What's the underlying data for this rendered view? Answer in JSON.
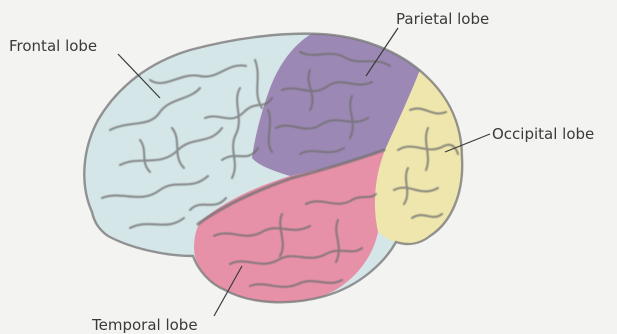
{
  "labels": {
    "frontal": "Frontal lobe",
    "parietal": "Parietal lobe",
    "occipital": "Occipital lobe",
    "temporal": "Temporal lobe"
  },
  "colors": {
    "frontal": "#d5e6e8",
    "parietal": "#9c88b4",
    "occipital": "#eee6ac",
    "temporal": "#e691a8",
    "sulcus": "#6f6f6f",
    "leader": "#3a3a3a",
    "background": "#f3f3f2"
  }
}
